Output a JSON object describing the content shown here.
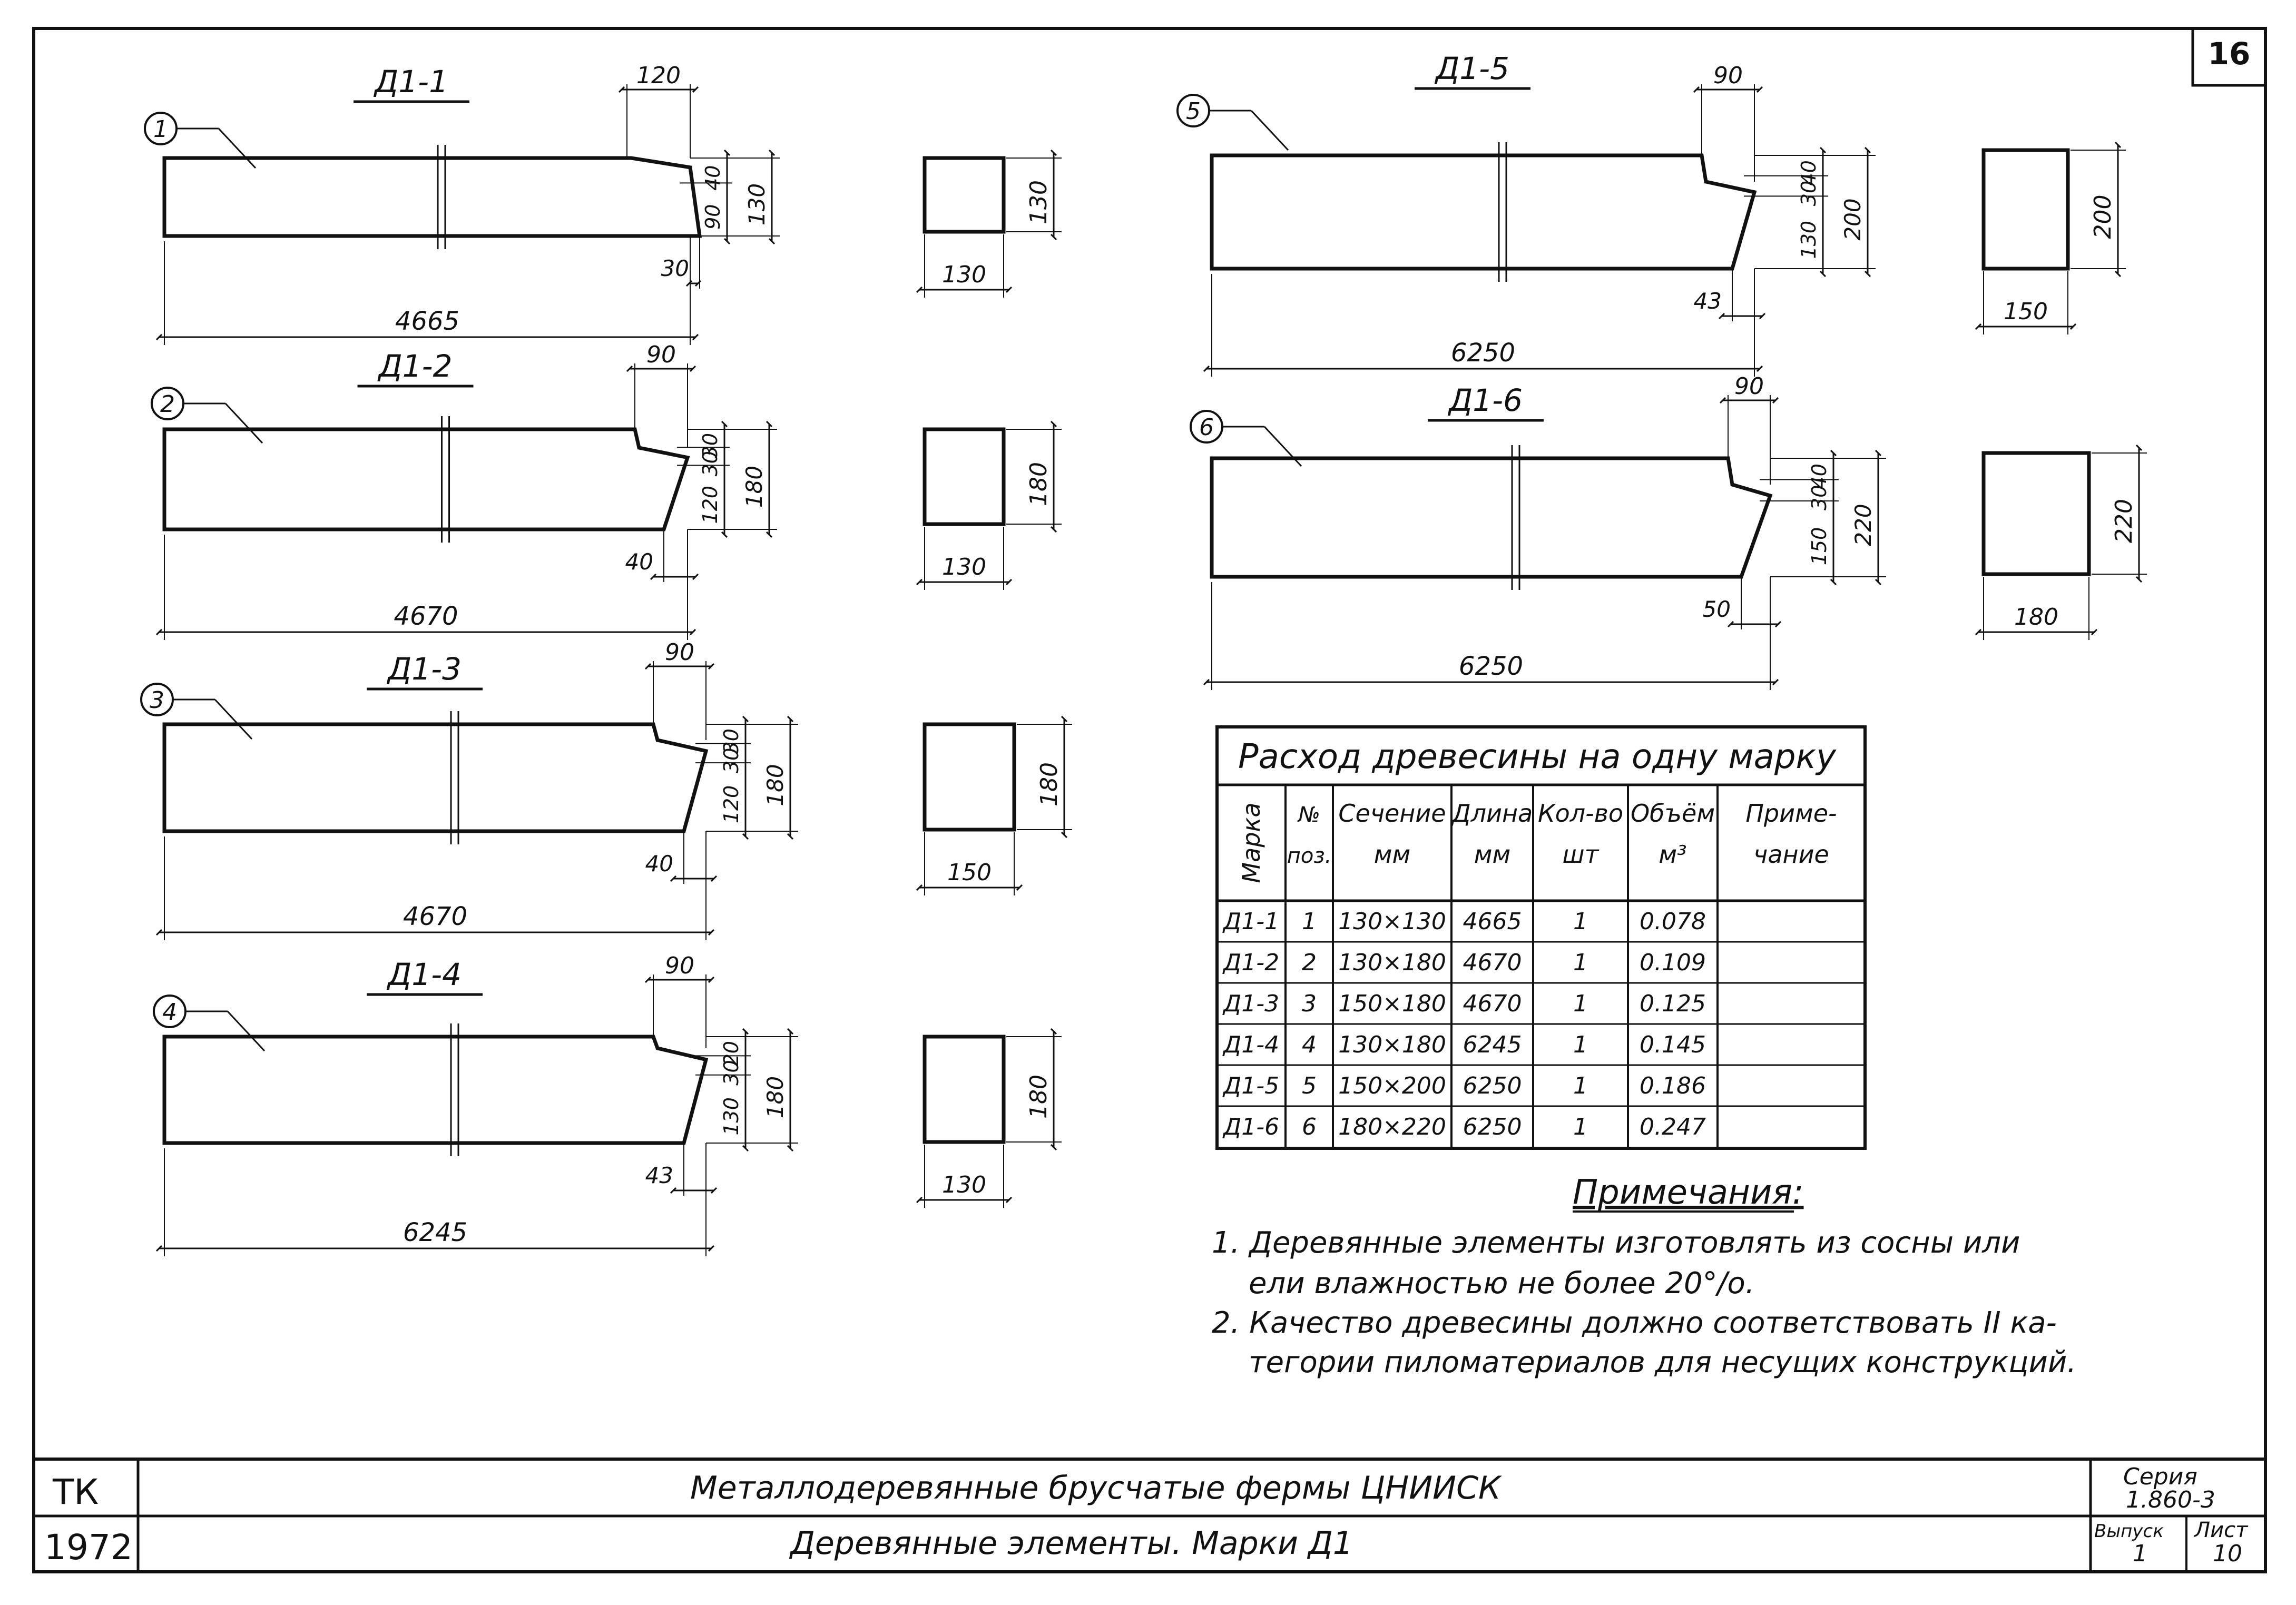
{
  "sheet_number": "16",
  "elements": [
    {
      "mark": "Д1-1",
      "pos": "1",
      "length": "4665",
      "dims_top": "120",
      "dims_right": [
        "40",
        "90"
      ],
      "height": "130",
      "tip": "30",
      "section_w": "130",
      "section_h": "130"
    },
    {
      "mark": "Д1-2",
      "pos": "2",
      "length": "4670",
      "dims_top": "90",
      "dims_right": [
        "30",
        "30",
        "120"
      ],
      "height": "180",
      "tip": "40",
      "section_w": "130",
      "section_h": "180"
    },
    {
      "mark": "Д1-3",
      "pos": "3",
      "length": "4670",
      "dims_top": "90",
      "dims_right": [
        "30",
        "30",
        "120"
      ],
      "height": "180",
      "tip": "40",
      "section_w": "150",
      "section_h": "180"
    },
    {
      "mark": "Д1-4",
      "pos": "4",
      "length": "6245",
      "dims_top": "90",
      "dims_right": [
        "20",
        "30",
        "130"
      ],
      "height": "180",
      "tip": "43",
      "section_w": "130",
      "section_h": "180"
    },
    {
      "mark": "Д1-5",
      "pos": "5",
      "length": "6250",
      "dims_top": "90",
      "dims_right": [
        "40",
        "30",
        "130"
      ],
      "height": "200",
      "tip": "43",
      "section_w": "150",
      "section_h": "200"
    },
    {
      "mark": "Д1-6",
      "pos": "6",
      "length": "6250",
      "dims_top": "90",
      "dims_right": [
        "40",
        "30",
        "150"
      ],
      "height": "220",
      "tip": "50",
      "section_w": "180",
      "section_h": "220"
    }
  ],
  "table": {
    "title": "Расход древесины на одну марку",
    "headers": [
      "Марка",
      "№ поз.",
      "Сечение мм",
      "Длина мм",
      "Кол-во шт",
      "Объём м³",
      "Приме- чание"
    ],
    "rows": [
      [
        "Д1-1",
        "1",
        "130×130",
        "4665",
        "1",
        "0.078",
        ""
      ],
      [
        "Д1-2",
        "2",
        "130×180",
        "4670",
        "1",
        "0.109",
        ""
      ],
      [
        "Д1-3",
        "3",
        "150×180",
        "4670",
        "1",
        "0.125",
        ""
      ],
      [
        "Д1-4",
        "4",
        "130×180",
        "6245",
        "1",
        "0.145",
        ""
      ],
      [
        "Д1-5",
        "5",
        "150×200",
        "6250",
        "1",
        "0.186",
        ""
      ],
      [
        "Д1-6",
        "6",
        "180×220",
        "6250",
        "1",
        "0.247",
        ""
      ]
    ]
  },
  "notes": {
    "title": "Примечания:",
    "items": [
      "1. Деревянные элементы изготовлять из сосны или",
      "ели влажностью не более 20°/о.",
      "2. Качество древесины должно соответствовать II ка-",
      "тегории пиломатериалов для несущих конструкций."
    ]
  },
  "title_block": {
    "org": "ТК",
    "year": "1972",
    "title": "Металлодеревянные брусчатые фермы ЦНИИСК",
    "subtitle": "Деревянные элементы. Марки Д1",
    "series_label": "Серия",
    "series_value": "1.860-3",
    "issue_label": "Выпуск",
    "issue_value": "1",
    "sheet_label": "Лист",
    "sheet_value": "10"
  }
}
